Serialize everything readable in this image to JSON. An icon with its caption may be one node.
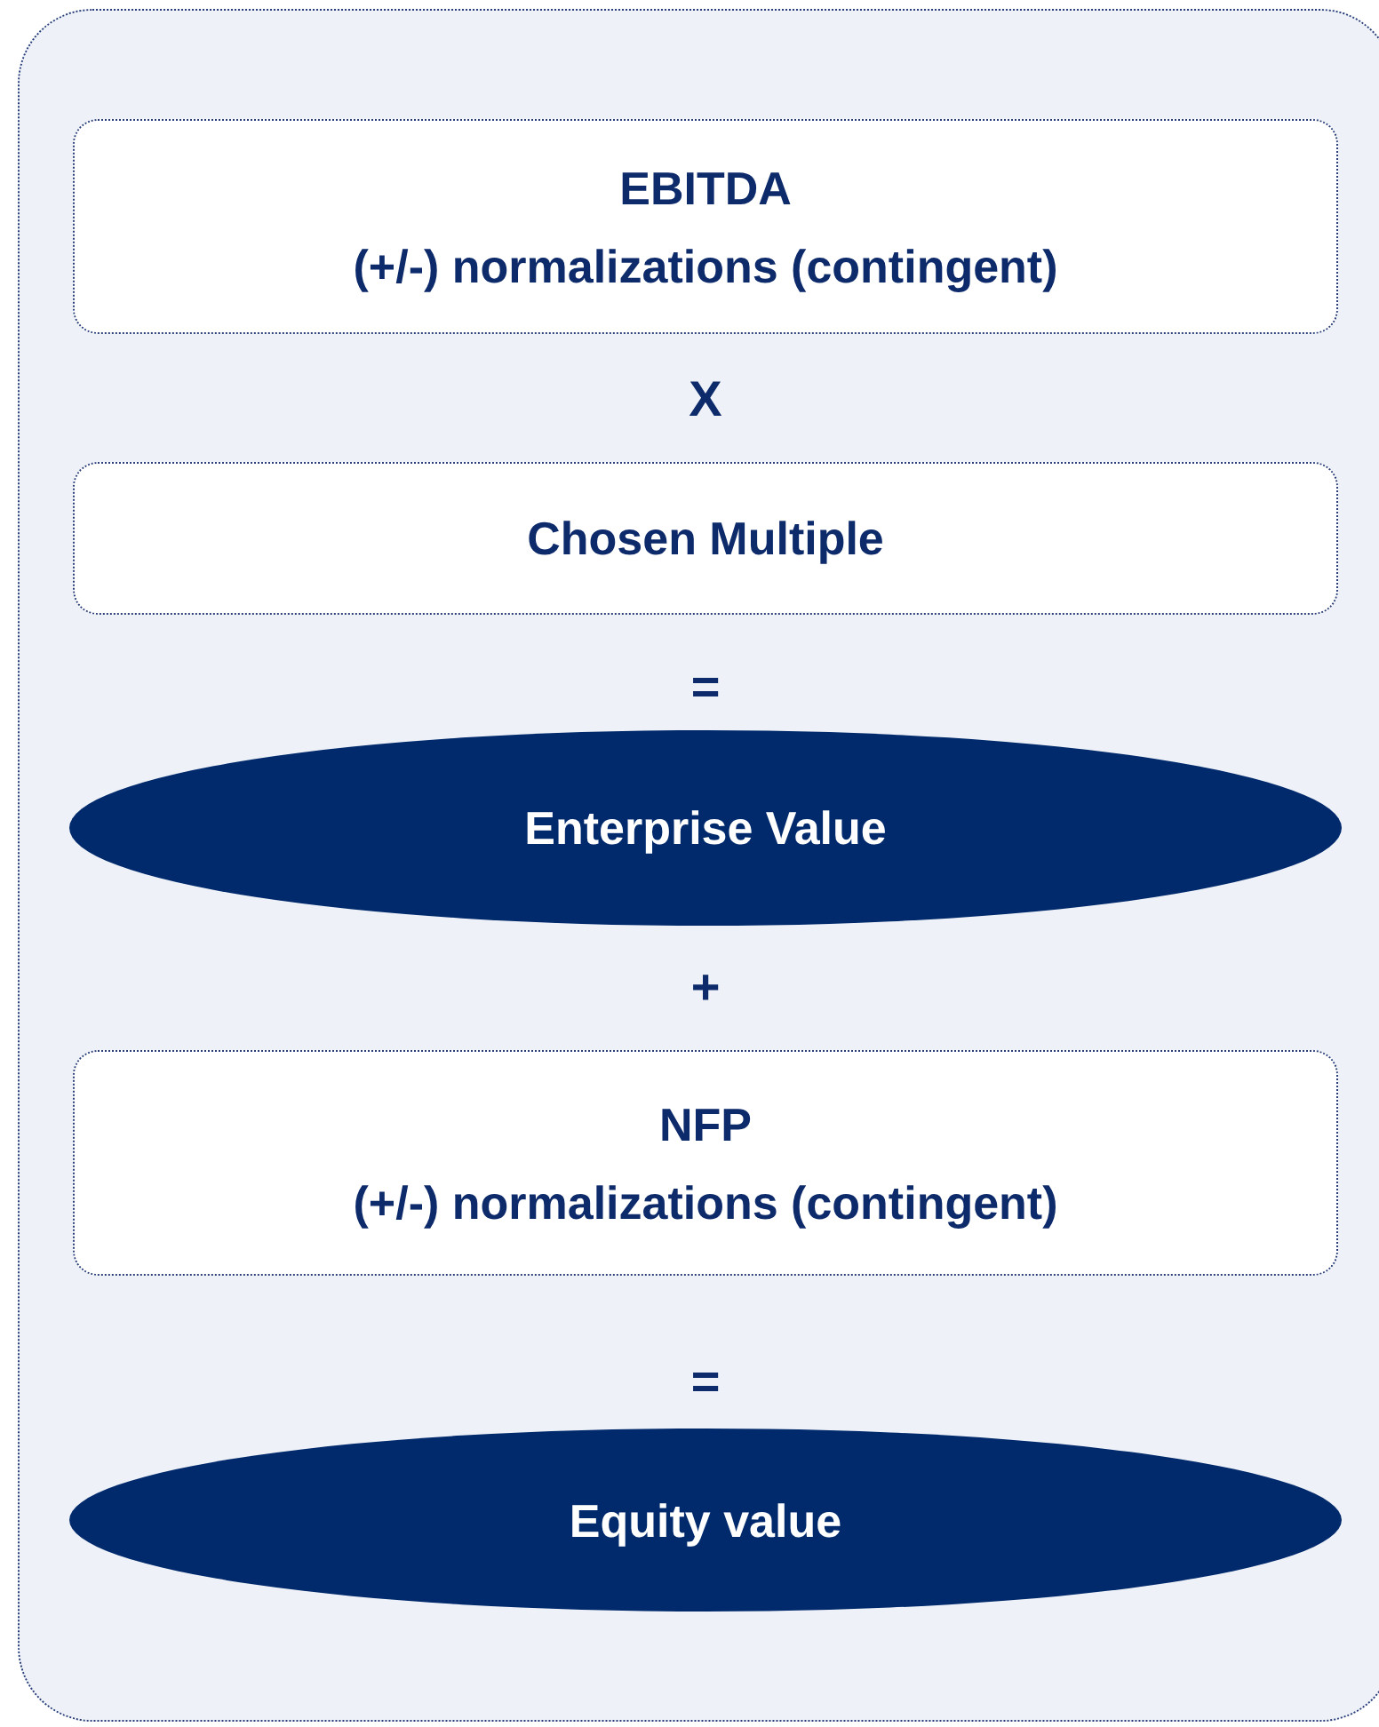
{
  "diagram": {
    "nodes": [
      {
        "text": [],
        "shape": "box"
      },
      {
        "text": [
          "EBITDA",
          "(+/-) normalizations (contingent)"
        ],
        "in": 0
      },
      {
        "text": [
          "Chosen Multiple"
        ],
        "in": 0
      },
      {
        "text": [
          "Enterprise Value"
        ],
        "in": 0
      },
      {
        "text": [
          "NFP",
          "(+/-) normalizations (contingent)"
        ],
        "in": 0
      },
      {
        "text": [
          "Equity value"
        ],
        "in": 0
      }
    ],
    "labels": [
      "X",
      "=",
      "+",
      "="
    ]
  }
}
